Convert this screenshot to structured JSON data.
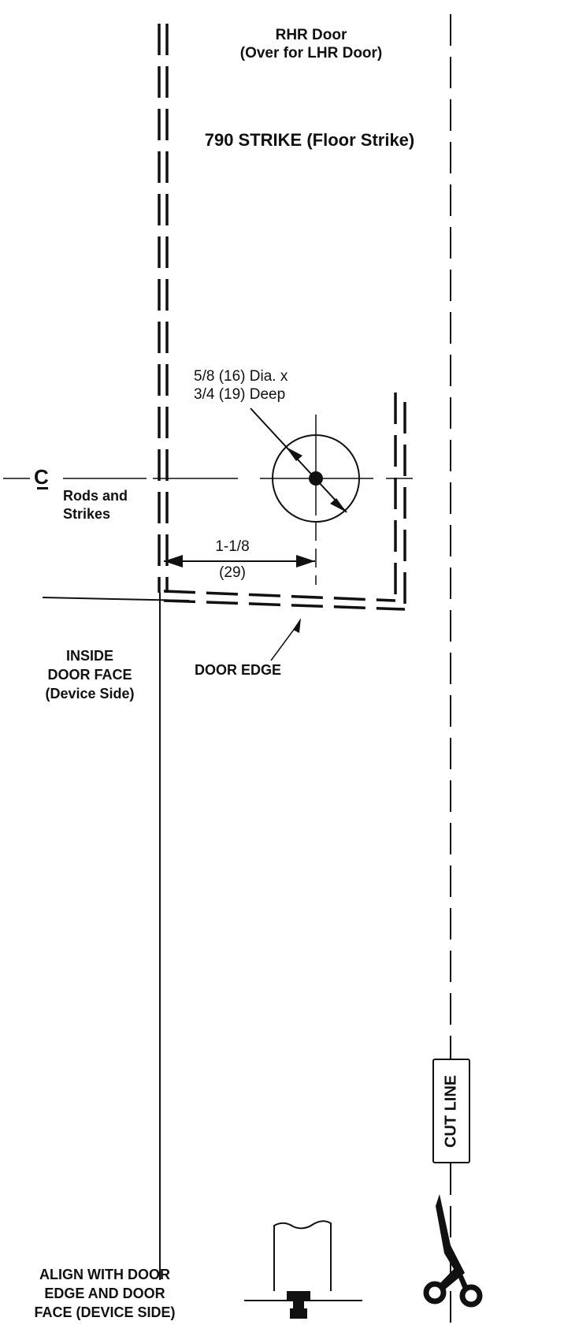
{
  "header": {
    "door_hand": "RHR Door",
    "door_hand_note": "(Over for LHR Door)",
    "title": "790 STRIKE (Floor Strike)"
  },
  "hole": {
    "line1": "5/8 (16) Dia. x",
    "line2": "3/4 (19) Deep"
  },
  "centerline": {
    "symbol": "C",
    "line1": "Rods and",
    "line2": "Strikes"
  },
  "dimension": {
    "value": "1-1/8",
    "metric": "(29)"
  },
  "inside_face": {
    "line1": "INSIDE",
    "line2": "DOOR FACE",
    "line3": "(Device Side)"
  },
  "door_edge": "DOOR EDGE",
  "cut_line": "CUT LINE",
  "align_note": {
    "line1": "ALIGN WITH DOOR",
    "line2": "EDGE AND DOOR",
    "line3": "FACE (DEVICE SIDE)"
  },
  "colors": {
    "ink": "#111111",
    "background": "#ffffff"
  }
}
